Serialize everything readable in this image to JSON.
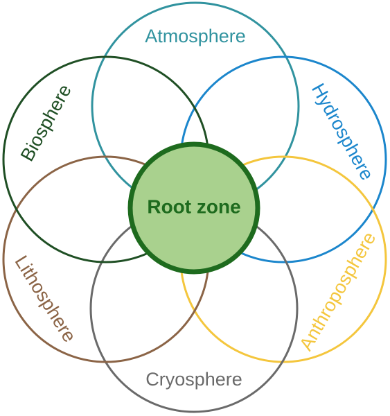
{
  "center": {
    "label": "Root zone",
    "fill": "#a9d18e",
    "stroke": "#1e6b1e",
    "text_color": "#1e6b1e"
  },
  "spheres": [
    {
      "name": "atmosphere",
      "label": "Atmosphere",
      "color": "#31939f"
    },
    {
      "name": "hydrosphere",
      "label": "Hydrosphere",
      "color": "#1b86cc"
    },
    {
      "name": "anthroposphere",
      "label": "Anthroposphere",
      "color": "#f4c63d"
    },
    {
      "name": "cryosphere",
      "label": "Cryosphere",
      "color": "#6a6a6a"
    },
    {
      "name": "lithosphere",
      "label": "Lithosphere",
      "color": "#8b6446"
    },
    {
      "name": "biosphere",
      "label": "Biosphere",
      "color": "#1f4f24"
    }
  ]
}
